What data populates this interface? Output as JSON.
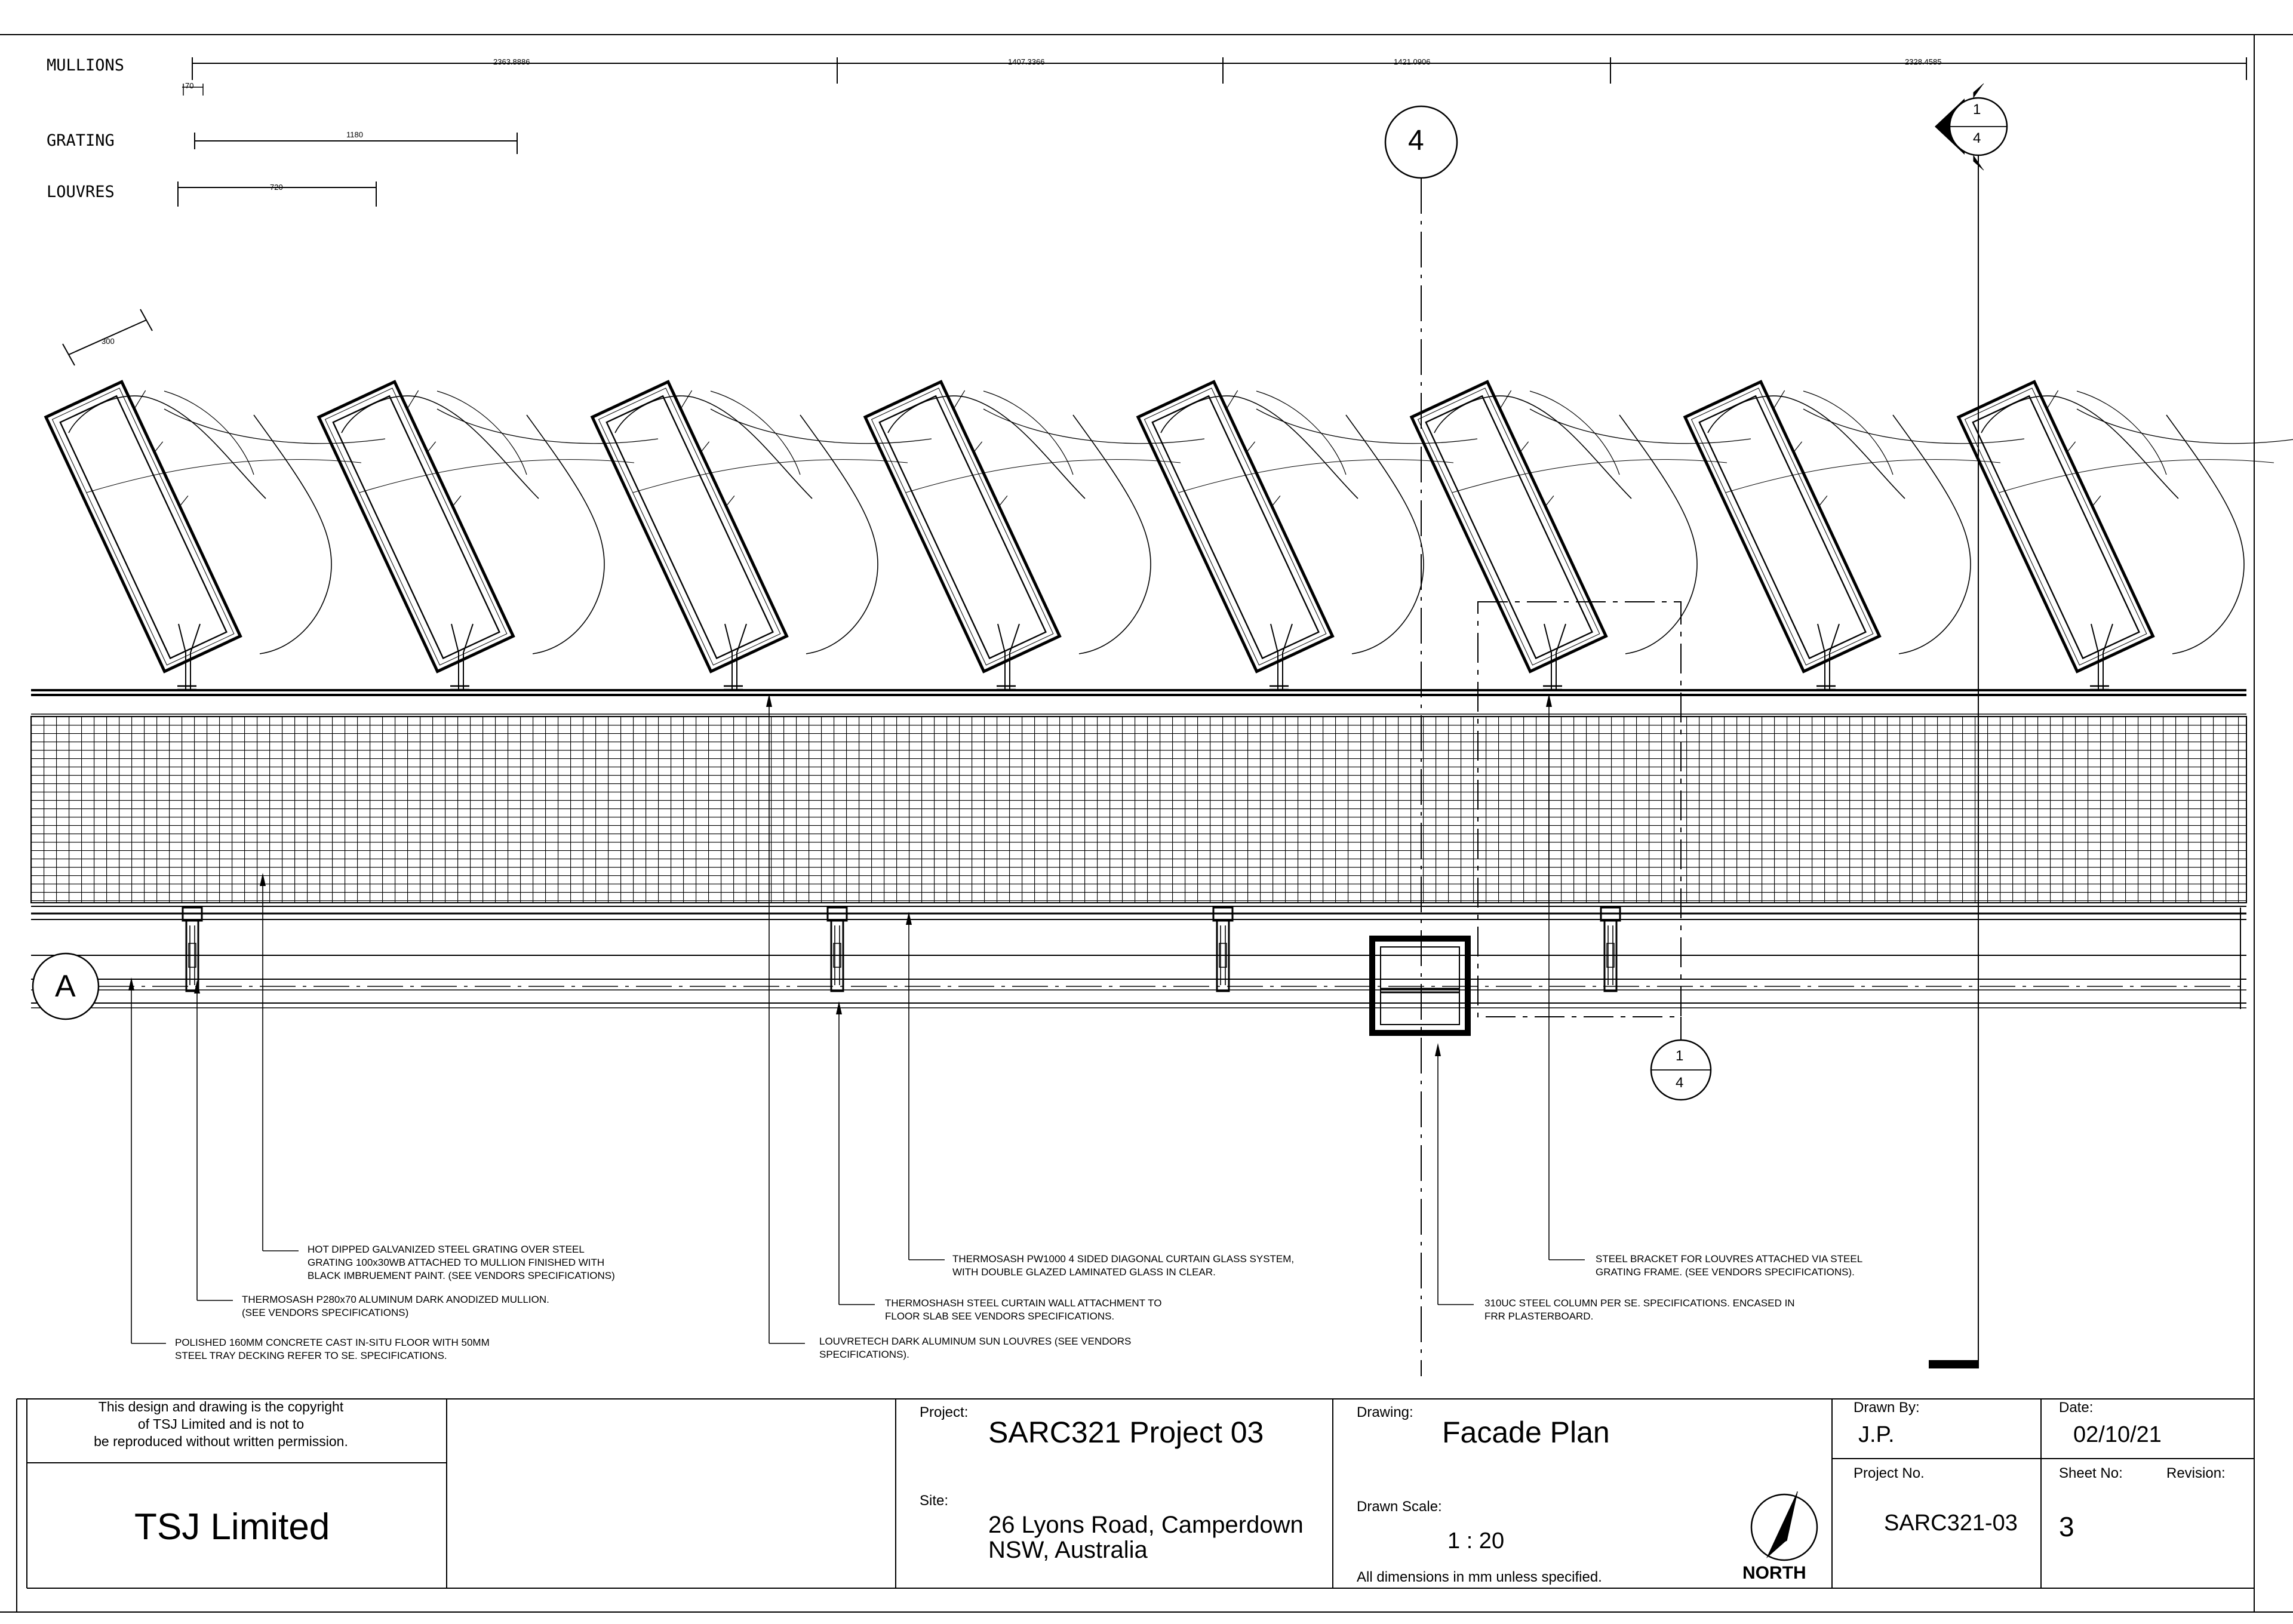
{
  "rows": {
    "mullions": "MULLIONS",
    "grating": "GRATING",
    "louvres": "LOUVRES"
  },
  "dimensions": {
    "m1": "2363.8886",
    "m2": "1407.3366",
    "m3": "1421.0906",
    "m4": "2328.4585",
    "m_small": "70",
    "grating": "1180",
    "louvres": "720",
    "louvre_depth": "300"
  },
  "grid": {
    "col": "4",
    "row": "A"
  },
  "section_marker": {
    "top": "1",
    "bottom": "4"
  },
  "detail_marker": {
    "top": "1",
    "bottom": "4"
  },
  "notes": {
    "grating": "HOT DIPPED GALVANIZED STEEL GRATING OVER STEEL\nGRATING 100x30WB ATTACHED TO MULLION FINISHED WITH\nBLACK IMBRUEMENT PAINT. (SEE VENDORS SPECIFICATIONS)",
    "mullion": "THERMOSASH P280x70 ALUMINUM DARK ANODIZED MULLION.\n(SEE VENDORS SPECIFICATIONS)",
    "floor": "POLISHED 160MM CONCRETE CAST IN-SITU FLOOR WITH 50MM\nSTEEL TRAY DECKING REFER TO SE. SPECIFICATIONS.",
    "curtain": "THERMOSASH PW1000 4 SIDED DIAGONAL CURTAIN GLASS SYSTEM,\nWITH DOUBLE GLAZED LAMINATED GLASS IN CLEAR.",
    "attachment": "THERMOSHASH STEEL CURTAIN WALL ATTACHMENT TO\nFLOOR SLAB SEE VENDORS SPECIFICATIONS.",
    "louvres": "LOUVRETECH DARK ALUMINUM SUN LOUVRES (SEE VENDORS\nSPECIFICATIONS).",
    "bracket": "STEEL BRACKET FOR LOUVRES ATTACHED VIA STEEL\nGRATING FRAME. (SEE VENDORS SPECIFICATIONS).",
    "column": "310UC STEEL COLUMN PER SE. SPECIFICATIONS. ENCASED IN\nFRR PLASTERBOARD."
  },
  "title_block": {
    "copyright_1": "This design and drawing is the copyright",
    "copyright_2": "of TSJ Limited and is not to",
    "copyright_3": "be reproduced without written permission.",
    "company": "TSJ Limited",
    "project_label": "Project:",
    "project": "SARC321 Project 03",
    "site_label": "Site:",
    "site_1": "26 Lyons Road, Camperdown",
    "site_2": "NSW, Australia",
    "drawing_label": "Drawing:",
    "drawing": "Facade Plan",
    "scale_label": "Drawn Scale:",
    "scale": "1 : 20",
    "dims_note": "All dimensions in mm unless specified.",
    "north": "NORTH",
    "drawn_by_label": "Drawn By:",
    "drawn_by": "J.P.",
    "date_label": "Date:",
    "date": "02/10/21",
    "project_no_label": "Project No.",
    "project_no": "SARC321-03",
    "sheet_no_label": "Sheet No:",
    "sheet_no": "3",
    "revision_label": "Revision:"
  }
}
